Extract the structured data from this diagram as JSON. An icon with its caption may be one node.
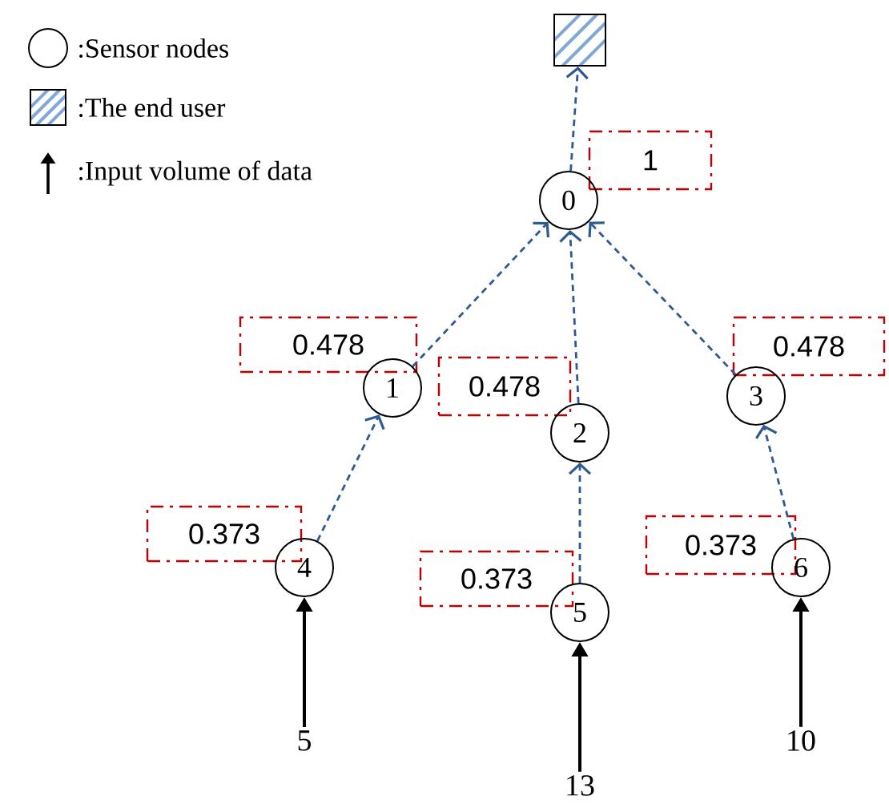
{
  "diagram": {
    "nodes": [
      {
        "text": [],
        "shape": "box"
      },
      {
        "text": [
          "0"
        ],
        "beside": [
          "1"
        ]
      },
      {
        "text": [
          "1"
        ],
        "beside": [
          "0.478"
        ]
      },
      {
        "text": [
          "2"
        ],
        "beside": [
          "0.478"
        ]
      },
      {
        "text": [
          "3"
        ],
        "beside": [
          "0.478"
        ]
      },
      {
        "text": [
          "4"
        ],
        "beside": [
          "0.373"
        ]
      },
      {
        "text": [
          "5"
        ],
        "beside": [
          "0.373"
        ]
      },
      {
        "text": [
          "6"
        ],
        "beside": [
          "0.373"
        ]
      },
      {
        "text": [
          "5"
        ]
      },
      {
        "text": [
          "13"
        ]
      },
      {
        "text": [
          "10"
        ]
      }
    ],
    "edges": [
      {
        "from": 1,
        "to": 0,
        "arrow": "to",
        "style": "dashed"
      },
      {
        "from": 2,
        "to": 1,
        "arrow": "to",
        "style": "dashed"
      },
      {
        "from": 3,
        "to": 1,
        "arrow": "to",
        "style": "dashed"
      },
      {
        "from": 4,
        "to": 1,
        "arrow": "to",
        "style": "dashed"
      },
      {
        "from": 5,
        "to": 2,
        "arrow": "to",
        "style": "dashed"
      },
      {
        "from": 6,
        "to": 3,
        "arrow": "to",
        "style": "dashed"
      },
      {
        "from": 7,
        "to": 4,
        "arrow": "to",
        "style": "dashed"
      },
      {
        "from": 8,
        "to": 5,
        "arrow": "to",
        "color": "#000000"
      },
      {
        "from": 9,
        "to": 6,
        "arrow": "to",
        "color": "#000000"
      },
      {
        "from": 10,
        "to": 7,
        "arrow": "to",
        "color": "#000000"
      }
    ],
    "legend": [
      {
        "text": ":Sensor nodes"
      },
      {
        "text": ":The end user"
      },
      {
        "text": ":Input volume of data"
      }
    ]
  }
}
